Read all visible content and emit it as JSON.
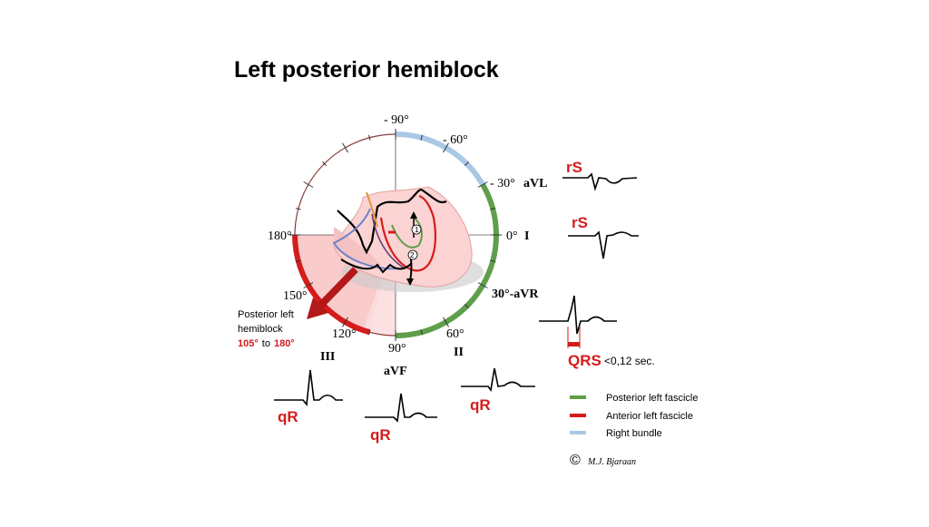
{
  "title": "Left posterior hemiblock",
  "axis_labels": {
    "minus90": "- 90°",
    "minus60": "- 60°",
    "minus30": "- 30°",
    "avl": "aVL",
    "zero": "0°",
    "lead_i": "I",
    "deg180": "180°",
    "deg150": "150°",
    "deg30_avr": "30°-aVR",
    "deg120": "120°",
    "deg90": "90°",
    "deg60": "60°",
    "lead_iii": "III",
    "lead_ii": "II",
    "avf": "aVF"
  },
  "zone_note": {
    "line1": "Posterior left",
    "line2": "hemiblock",
    "from": "105°",
    "to_word": "to",
    "to": "180°"
  },
  "heart_markers": {
    "one": "1",
    "two": "2"
  },
  "ecg_labels": {
    "avl": "rS",
    "lead_i": "rS",
    "lead_iii": "qR",
    "avf": "qR",
    "lead_ii": "qR"
  },
  "qrs": {
    "label": "QRS",
    "duration": "<0,12 sec."
  },
  "legend": [
    {
      "label": "Posterior left fascicle",
      "color": "#5f9e4b"
    },
    {
      "label": "Anterior left fascicle",
      "color": "#d51c1c"
    },
    {
      "label": "Right bundle",
      "color": "#a9c8e6"
    }
  ],
  "copyright": {
    "symbol": "©",
    "signature": "M.J. Bjaraan"
  },
  "colors": {
    "accent_red": "#d51c1c",
    "green": "#5f9e4b",
    "blue": "#a9c8e6",
    "zone_pink": "#f7b9b9",
    "arrow_red": "#b3181a"
  }
}
